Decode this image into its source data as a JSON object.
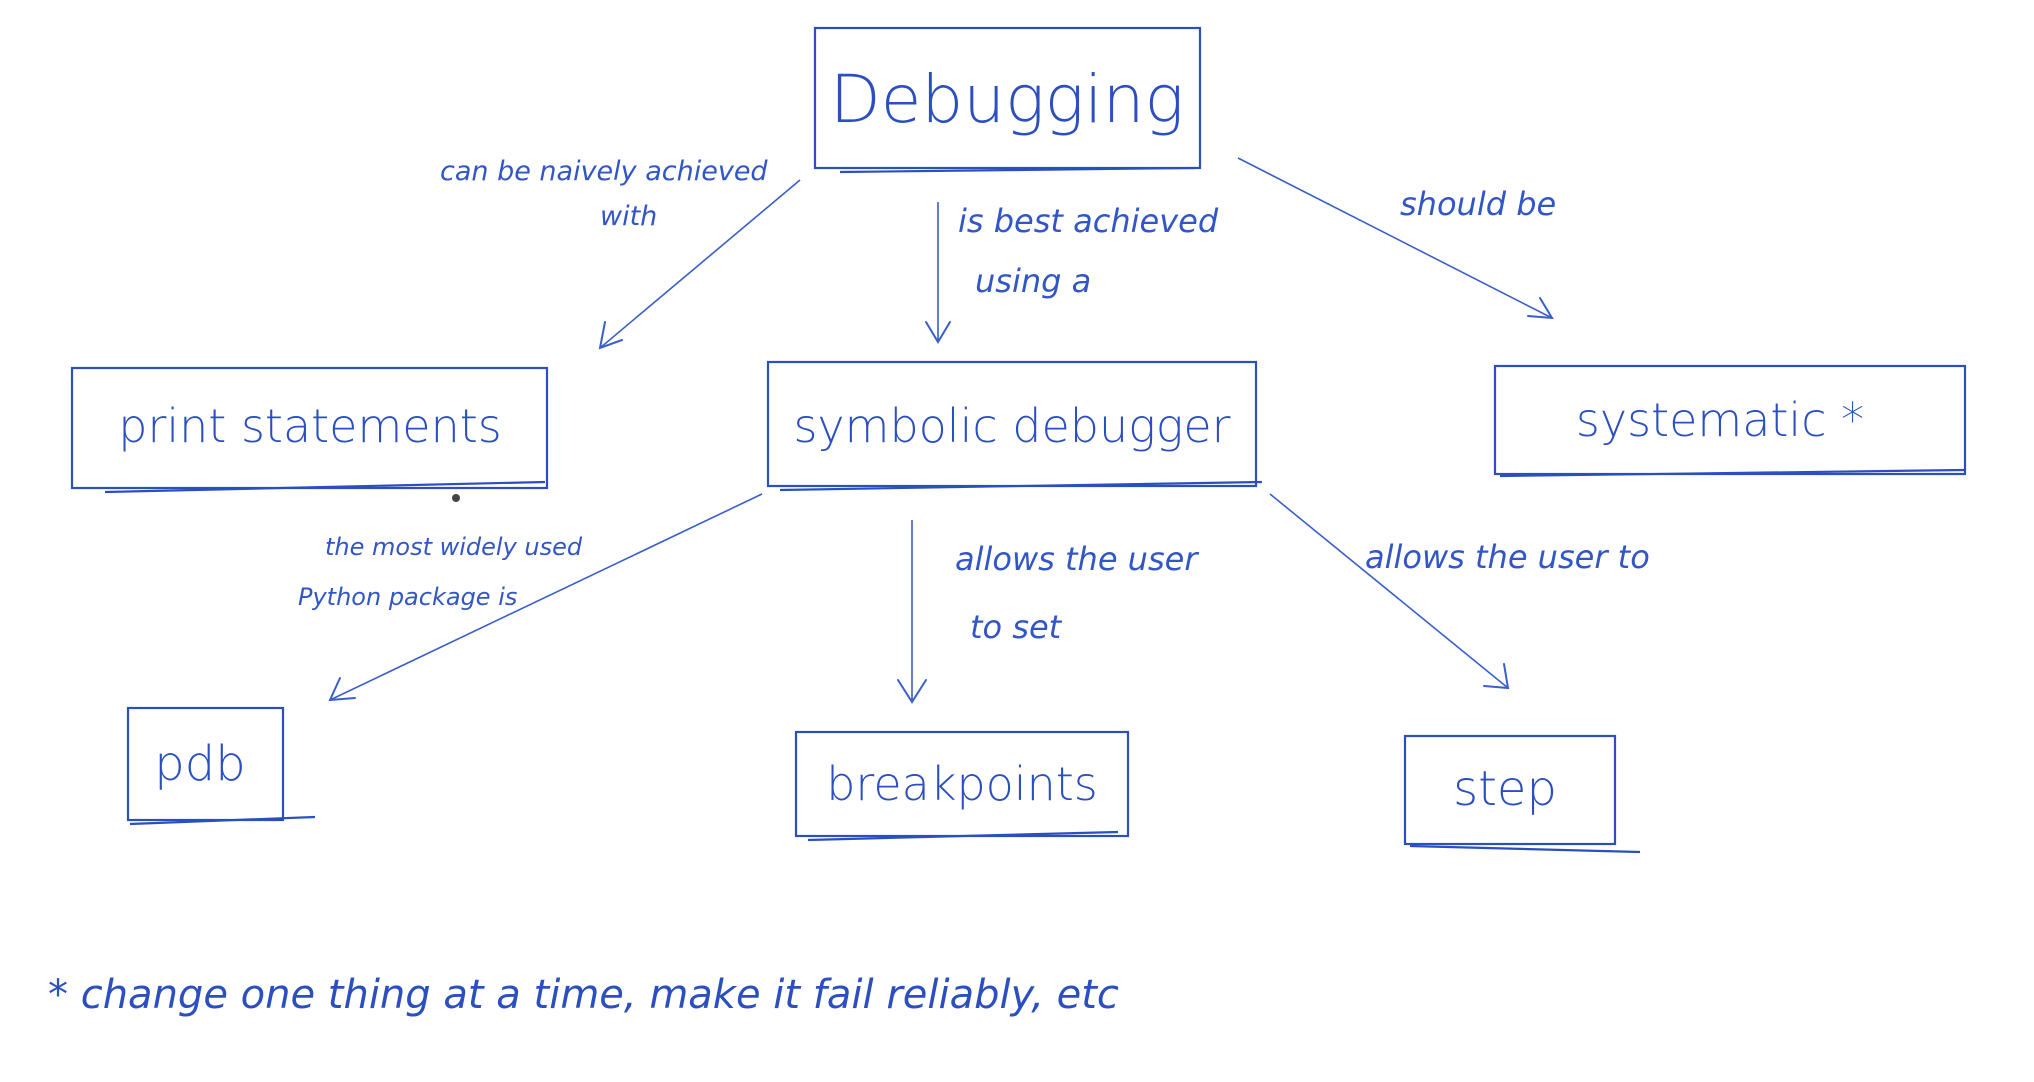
{
  "colors": {
    "ink": "#2b4fbf",
    "background": "#ffffff"
  },
  "nodes": {
    "debugging": "Debugging",
    "print_statements": "print statements",
    "symbolic_debugger": "symbolic debugger",
    "systematic": "systematic *",
    "pdb": "pdb",
    "breakpoints": "breakpoints",
    "step": "step"
  },
  "edges": {
    "debugging_to_print": [
      "can be naively achieved",
      "with"
    ],
    "debugging_to_symbolic": [
      "is best achieved",
      "using a"
    ],
    "debugging_to_systematic": [
      "should be"
    ],
    "symbolic_to_pdb": [
      "the most widely used",
      "Python package is"
    ],
    "symbolic_to_breakpoints": [
      "allows the user",
      "to set"
    ],
    "symbolic_to_step": [
      "allows the user to"
    ]
  },
  "footnote": "* change one thing at a time, make it fail reliably, etc"
}
